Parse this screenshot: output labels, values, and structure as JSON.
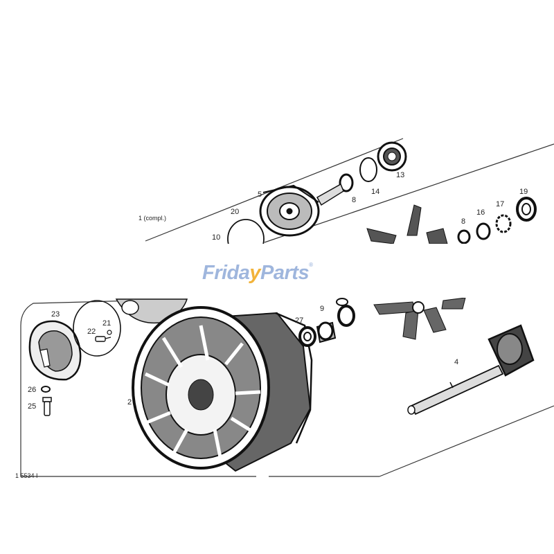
{
  "diagram": {
    "callouts": {
      "c13": "13",
      "c14": "14",
      "c8a": "8",
      "c5": "5",
      "c20": "20",
      "c10": "10",
      "c19": "19",
      "c17": "17",
      "c16": "16",
      "c8b": "8",
      "c23": "23",
      "c21": "21",
      "c22": "22",
      "c9": "9",
      "c27": "27",
      "c4": "4",
      "c2": "2",
      "c26": "26",
      "c25": "25"
    },
    "assembly_label": "1 (compl.)",
    "figure_ref": "1 5534 I"
  },
  "watermark": {
    "part1": "Frida",
    "part2": "y",
    "part3": "Parts",
    "reg": "®"
  }
}
